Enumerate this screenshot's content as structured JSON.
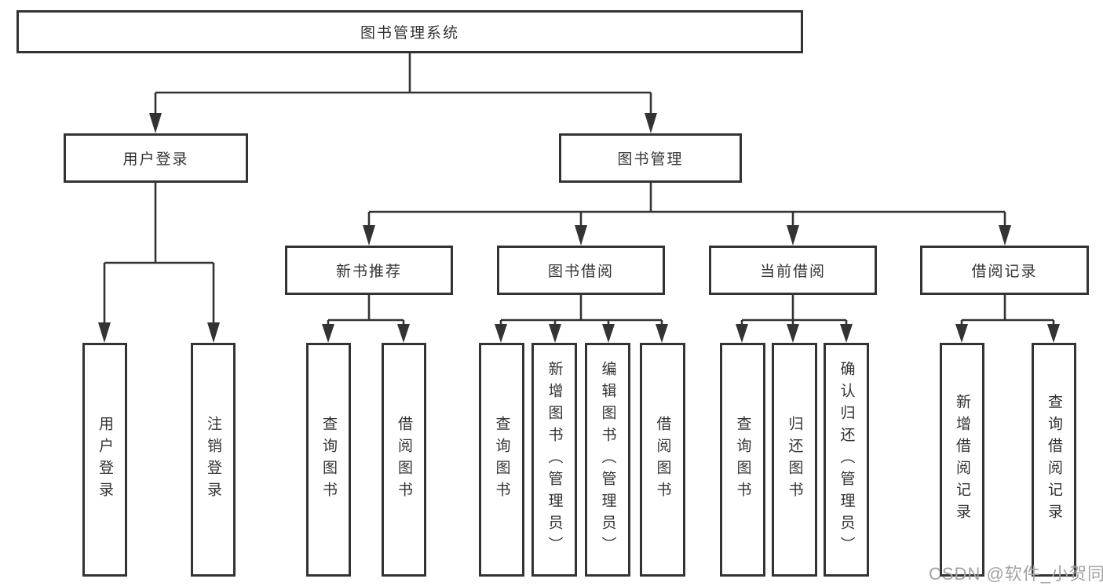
{
  "diagram": {
    "root": {
      "label": "图书管理系统"
    },
    "level2": [
      {
        "label": "用户登录"
      },
      {
        "label": "图书管理"
      }
    ],
    "level3": [
      {
        "label": "新书推荐"
      },
      {
        "label": "图书借阅"
      },
      {
        "label": "当前借阅"
      },
      {
        "label": "借阅记录"
      }
    ],
    "leaves": [
      {
        "label": "用户登录",
        "parent": "用户登录"
      },
      {
        "label": "注销登录",
        "parent": "用户登录"
      },
      {
        "label": "查询图书",
        "parent": "新书推荐"
      },
      {
        "label": "借阅图书",
        "parent": "新书推荐"
      },
      {
        "label": "查询图书",
        "parent": "图书借阅"
      },
      {
        "label": "新增图书（管理员）",
        "parent": "图书借阅"
      },
      {
        "label": "编辑图书（管理员）",
        "parent": "图书借阅"
      },
      {
        "label": "借阅图书",
        "parent": "图书借阅"
      },
      {
        "label": "查询图书",
        "parent": "当前借阅"
      },
      {
        "label": "归还图书",
        "parent": "当前借阅"
      },
      {
        "label": "确认归还（管理员）",
        "parent": "当前借阅"
      },
      {
        "label": "新增借阅记录",
        "parent": "借阅记录"
      },
      {
        "label": "查询借阅记录",
        "parent": "借阅记录"
      }
    ]
  },
  "watermark": "CSDN @软件_小贺同学",
  "colors": {
    "line": "#333333",
    "text": "#333333",
    "watermark": "#a3a3a3",
    "background": "#ffffff"
  }
}
